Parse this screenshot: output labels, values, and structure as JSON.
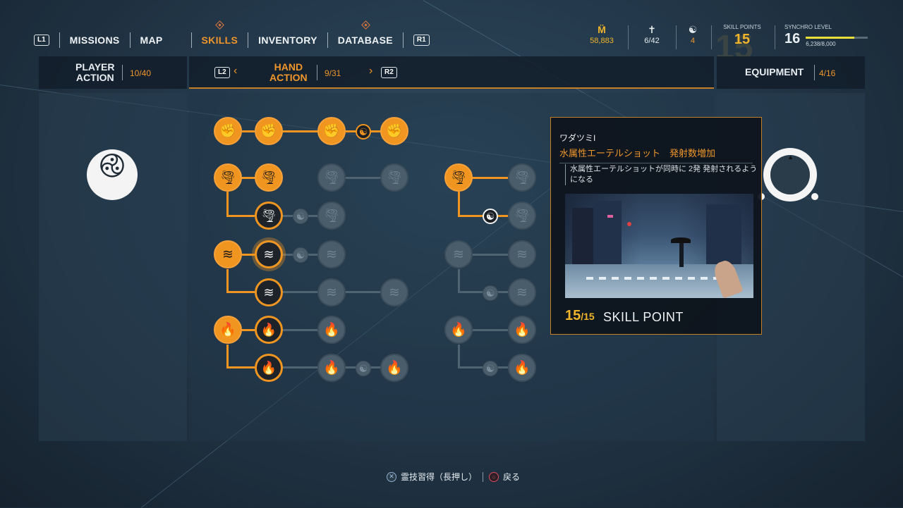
{
  "nav": {
    "l1": "L1",
    "r1": "R1",
    "items": [
      {
        "label": "MISSIONS",
        "active": false
      },
      {
        "label": "MAP",
        "active": false
      },
      {
        "label": "SKILLS",
        "active": true
      },
      {
        "label": "INVENTORY",
        "active": false
      },
      {
        "label": "DATABASE",
        "active": false
      }
    ]
  },
  "stats": {
    "meika": {
      "icon": "meika-icon",
      "value": "58,883"
    },
    "spirits": {
      "icon": "spirit-icon",
      "value": "6/42"
    },
    "magatama": {
      "icon": "magatama-icon",
      "value": "4"
    },
    "skill_points": {
      "label": "SKILL POINTS",
      "value": "15"
    },
    "synchro": {
      "label": "SYNCHRO LEVEL",
      "level": "16",
      "xp": "6,238/8,000",
      "progress": 0.78
    }
  },
  "header": {
    "player_action": {
      "title_line1": "PLAYER",
      "title_line2": "ACTION",
      "count": "10/40"
    },
    "hand_action": {
      "l2": "L2",
      "r2": "R2",
      "title_line1": "HAND",
      "title_line2": "ACTION",
      "count": "9/31"
    },
    "equipment": {
      "title": "EQUIPMENT",
      "count": "4/16"
    }
  },
  "detail": {
    "subtitle": "ワダツミI",
    "title": "水属性エーテルショット　発射数増加",
    "description": "水属性エーテルショットが同時に 2発 発射されるようになる",
    "cost_current": "15",
    "cost_total": "/15",
    "cost_label": "SKILL POINT"
  },
  "footer": {
    "confirm_label": "霊技習得（長押し）",
    "back_label": "戻る"
  },
  "colors": {
    "accent": "#f0951f",
    "gold": "#f0b42a",
    "locked": "#4a5d6b"
  }
}
